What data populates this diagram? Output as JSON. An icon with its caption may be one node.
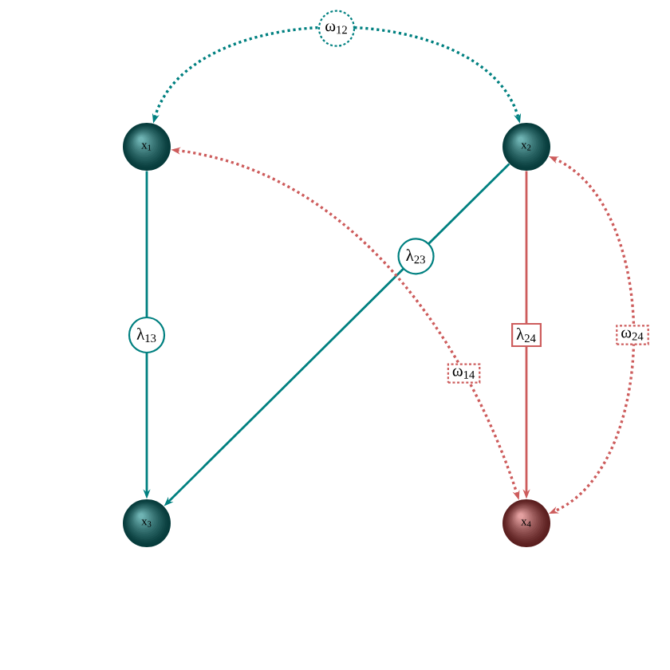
{
  "diagram": {
    "nodes": [
      {
        "text": [
          "x$_{1}$"
        ]
      },
      {
        "text": [
          "x$_{2}$"
        ]
      },
      {
        "text": [
          "x$_{3}$"
        ]
      },
      {
        "text": [
          "x$_{4}$"
        ]
      }
    ],
    "edges": [
      {
        "from": 0,
        "to": 1,
        "arrow": "both",
        "label": "ω$_{12}$",
        "style": "dashed"
      },
      {
        "from": 0,
        "to": 2,
        "arrow": "to",
        "label": "λ$_{13}$"
      },
      {
        "from": 1,
        "to": 2,
        "arrow": "to",
        "label": "λ$_{23}$"
      },
      {
        "from": 1,
        "to": 3,
        "arrow": "to",
        "label": "λ$_{24}$",
        "color": "#cd5c5c"
      },
      {
        "from": 0,
        "to": 3,
        "arrow": "both",
        "label": "ω$_{14}$",
        "style": "dashed",
        "color": "#cd5c5c"
      },
      {
        "from": 1,
        "to": 3,
        "arrow": "both",
        "label": "ω$_{24}$",
        "style": "dashed",
        "color": "#cd5c5c"
      }
    ]
  }
}
